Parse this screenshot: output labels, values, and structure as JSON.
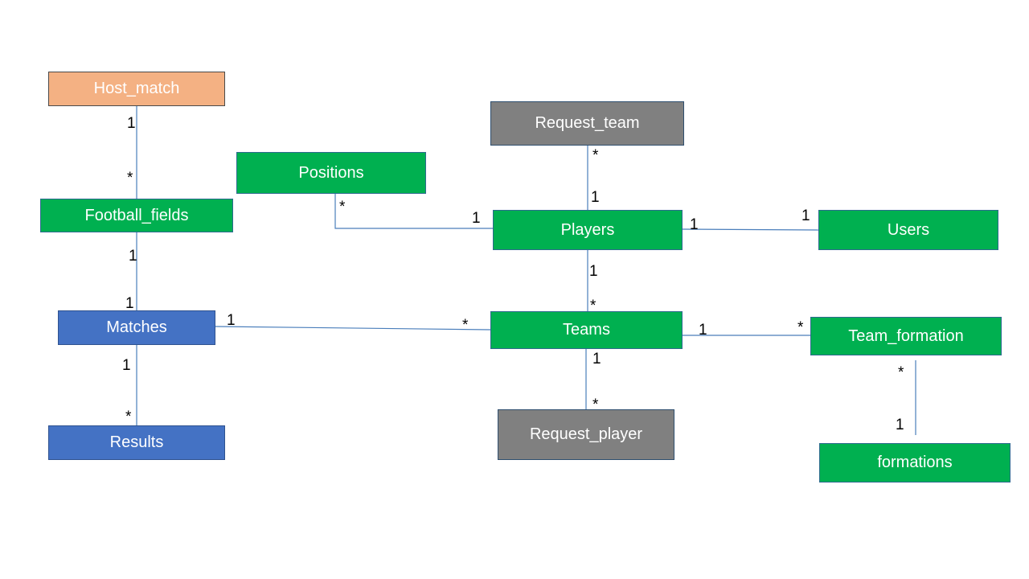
{
  "entities": {
    "host_match": "Host_match",
    "football_fields": "Football_fields",
    "positions": "Positions",
    "request_team": "Request_team",
    "players": "Players",
    "users": "Users",
    "matches": "Matches",
    "teams": "Teams",
    "team_formation": "Team_formation",
    "results": "Results",
    "request_player": "Request_player",
    "formations": "formations"
  },
  "multiplicities": {
    "host_match_to_fields_1": "1",
    "host_match_to_fields_many": "*",
    "fields_to_matches_1a": "1",
    "fields_to_matches_1b": "1",
    "matches_to_results_1": "1",
    "matches_to_results_many": "*",
    "positions_to_players_many": "*",
    "positions_to_players_1": "1",
    "request_team_to_players_many": "*",
    "request_team_to_players_1": "1",
    "players_to_users_1a": "1",
    "players_to_users_1b": "1",
    "players_to_teams_1": "1",
    "players_to_teams_many": "*",
    "matches_to_teams_1": "1",
    "matches_to_teams_many": "*",
    "teams_to_formation_1": "1",
    "teams_to_formation_many": "*",
    "teams_to_request_player_1": "1",
    "teams_to_request_player_many": "*",
    "formation_to_formations_many": "*",
    "formation_to_formations_1": "1"
  },
  "colors": {
    "green": "#00b050",
    "blue": "#4472c4",
    "gray": "#808080",
    "orange": "#f4b183",
    "connector": "#4a7ebb"
  }
}
